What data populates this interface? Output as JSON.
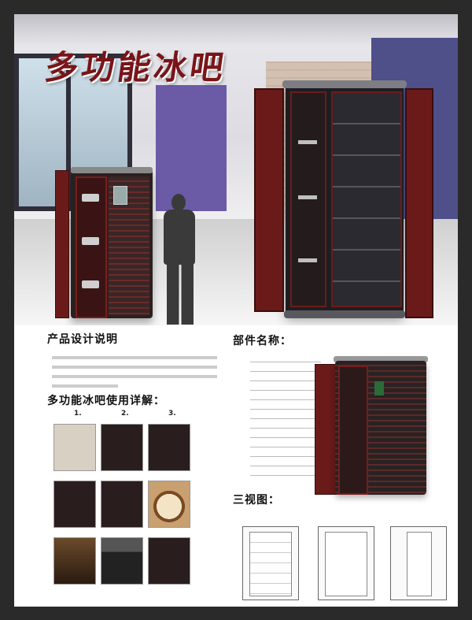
{
  "title": "多功能冰吧",
  "sections": {
    "design_heading": "产品设计说明",
    "usage_heading": "多功能冰吧使用详解：",
    "parts_heading": "部件名称：",
    "views_heading": "三视图："
  },
  "steps": [
    "1.",
    "2.",
    "3."
  ]
}
